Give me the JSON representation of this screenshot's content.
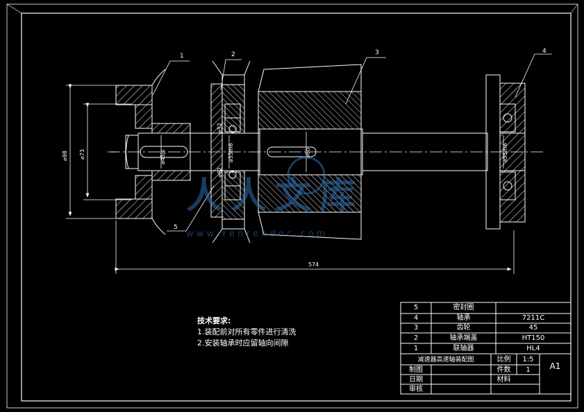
{
  "callouts": [
    "1",
    "2",
    "3",
    "4",
    "5"
  ],
  "dimensions": {
    "d98": "⌀98",
    "d73": "⌀73",
    "d45": "⌀45js",
    "d55a": "⌀55m6",
    "d52": "⌀52",
    "d62": "⌀62",
    "d60": "⌀60",
    "d55b": "⌀55m6",
    "length": "574"
  },
  "notes": {
    "title": "技术要求:",
    "items": [
      "1.装配前对所有零件进行清洗",
      "2.安装轴承时应留轴向间隙"
    ]
  },
  "bom": [
    {
      "no": "5",
      "name": "密封圈",
      "spec": ""
    },
    {
      "no": "4",
      "name": "轴承",
      "spec": "7211C"
    },
    {
      "no": "3",
      "name": "齿轮",
      "spec": "45"
    },
    {
      "no": "2",
      "name": "轴承端盖",
      "spec": "HT150"
    },
    {
      "no": "1",
      "name": "联轴器",
      "spec": "HL4"
    }
  ],
  "title_block": {
    "drawing_name": "减速器高速轴装配图",
    "scale_label": "比例",
    "scale_value": "1:5",
    "qty_label": "件数",
    "qty_value": "1",
    "material_label": "材料",
    "sheet": "A1",
    "rows": [
      "制图",
      "日期",
      "审核"
    ]
  },
  "watermark": {
    "text": "人人文库",
    "url": "w w w . r e n r e n d o c . c o m"
  }
}
